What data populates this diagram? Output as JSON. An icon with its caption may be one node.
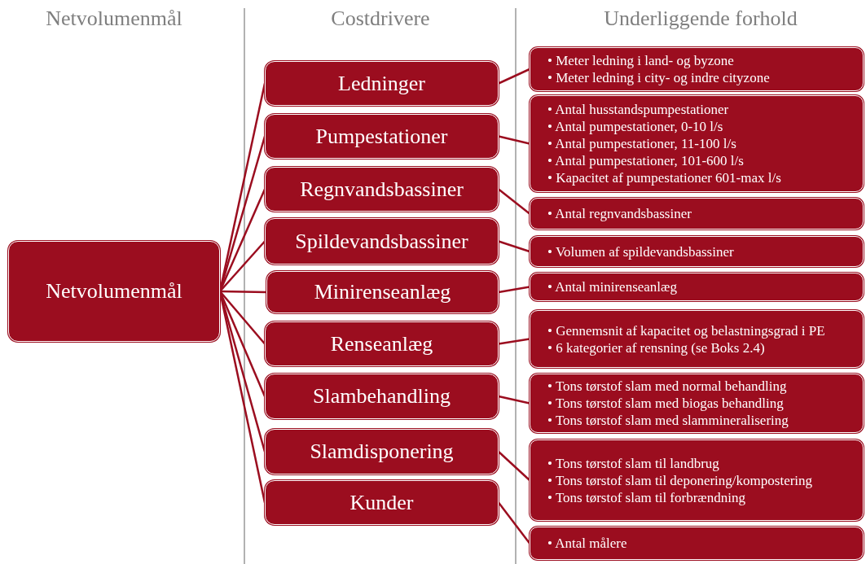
{
  "diagram": {
    "nodes": [
      {
        "text": [
          "Netvolumenmål"
        ]
      },
      {
        "text": [
          "Ledninger"
        ]
      },
      {
        "text": [
          "Pumpestationer"
        ]
      },
      {
        "text": [
          "Regnvandsbassiner"
        ]
      },
      {
        "text": [
          "Spildevandsbassiner"
        ]
      },
      {
        "text": [
          "Minirenseanlæg"
        ]
      },
      {
        "text": [
          "Renseanlæg"
        ]
      },
      {
        "text": [
          "Slambehandling"
        ]
      },
      {
        "text": [
          "Slamdisponering"
        ]
      },
      {
        "text": [
          "Kunder"
        ]
      },
      {
        "text": [
          "• Meter ledning i land- og byzone",
          "• Meter ledning i city- og indre cityzone"
        ]
      },
      {
        "text": [
          "• Antal husstandspumpestationer",
          "• Antal pumpestationer, 0-10 l/s",
          "• Antal pumpestationer, 11-100 l/s",
          "• Antal pumpestationer, 101-600 l/s",
          "• Kapacitet af pumpestationer 601-max l/s"
        ]
      },
      {
        "text": [
          "• Antal regnvandsbassiner"
        ]
      },
      {
        "text": [
          "• Volumen af spildevandsbassiner"
        ]
      },
      {
        "text": [
          "• Antal minirenseanlæg"
        ]
      },
      {
        "text": [
          "• Gennemsnit af kapacitet og belastningsgrad i PE",
          "• 6 kategorier af rensning (se Boks 2.4)"
        ]
      },
      {
        "text": [
          "• Tons tørstof slam med normal behandling",
          "• Tons tørstof slam med biogas behandling",
          "• Tons tørstof slam med slammineralisering"
        ]
      },
      {
        "text": [
          "• Tons tørstof slam til landbrug",
          "• Tons tørstof slam til deponering/kompostering",
          "• Tons tørstof slam til forbrændning"
        ]
      },
      {
        "text": [
          "• Antal målere"
        ]
      }
    ],
    "edges": [
      {
        "from": 0,
        "to": 1,
        "arrow": "none"
      },
      {
        "from": 0,
        "to": 2,
        "arrow": "none"
      },
      {
        "from": 0,
        "to": 3,
        "arrow": "none"
      },
      {
        "from": 0,
        "to": 4,
        "arrow": "none"
      },
      {
        "from": 0,
        "to": 5,
        "arrow": "none"
      },
      {
        "from": 0,
        "to": 6,
        "arrow": "none"
      },
      {
        "from": 0,
        "to": 7,
        "arrow": "none"
      },
      {
        "from": 0,
        "to": 8,
        "arrow": "none"
      },
      {
        "from": 0,
        "to": 9,
        "arrow": "none"
      },
      {
        "from": 1,
        "to": 10,
        "arrow": "none"
      },
      {
        "from": 2,
        "to": 11,
        "arrow": "none"
      },
      {
        "from": 3,
        "to": 12,
        "arrow": "none"
      },
      {
        "from": 4,
        "to": 13,
        "arrow": "none"
      },
      {
        "from": 5,
        "to": 14,
        "arrow": "none"
      },
      {
        "from": 6,
        "to": 15,
        "arrow": "none"
      },
      {
        "from": 7,
        "to": 16,
        "arrow": "none"
      },
      {
        "from": 8,
        "to": 17,
        "arrow": "none"
      },
      {
        "from": 9,
        "to": 18,
        "arrow": "none"
      }
    ],
    "labels": [
      "Netvolumenmål",
      "Costdrivere",
      "Underliggende forhold"
    ]
  }
}
